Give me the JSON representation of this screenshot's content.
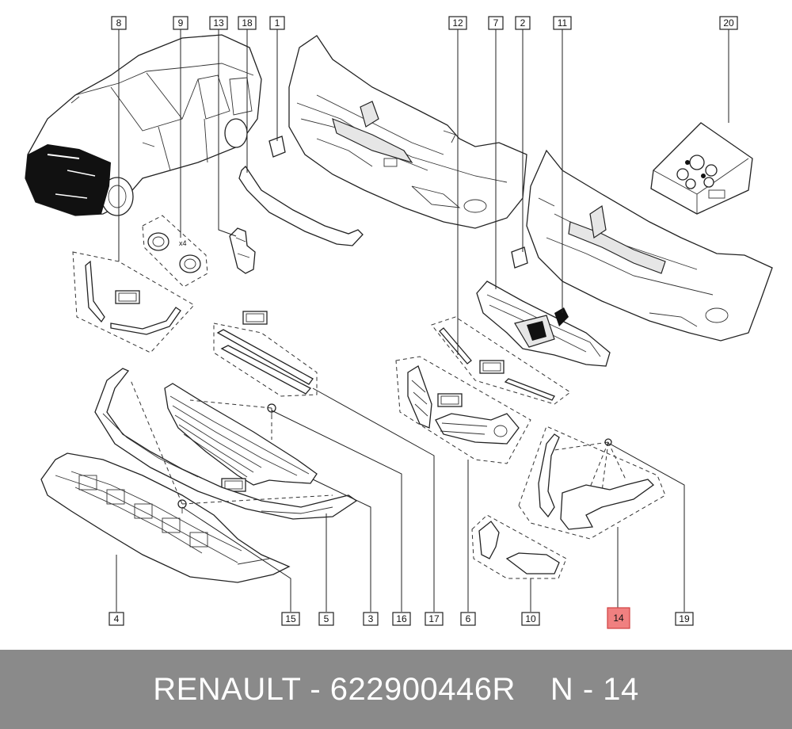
{
  "labels": {
    "l1": "1",
    "l2": "2",
    "l3": "3",
    "l4": "4",
    "l5": "5",
    "l6": "6",
    "l7": "7",
    "l8": "8",
    "l9": "9",
    "l10": "10",
    "l11": "11",
    "l12": "12",
    "l13": "13",
    "l14": "14",
    "l15": "15",
    "l16": "16",
    "l17": "17",
    "l18": "18",
    "l19": "19",
    "l20": "20"
  },
  "highlight_color": "#f08080",
  "footer": {
    "brand": "RENAULT - 622900446R",
    "ref": "N - 14"
  }
}
